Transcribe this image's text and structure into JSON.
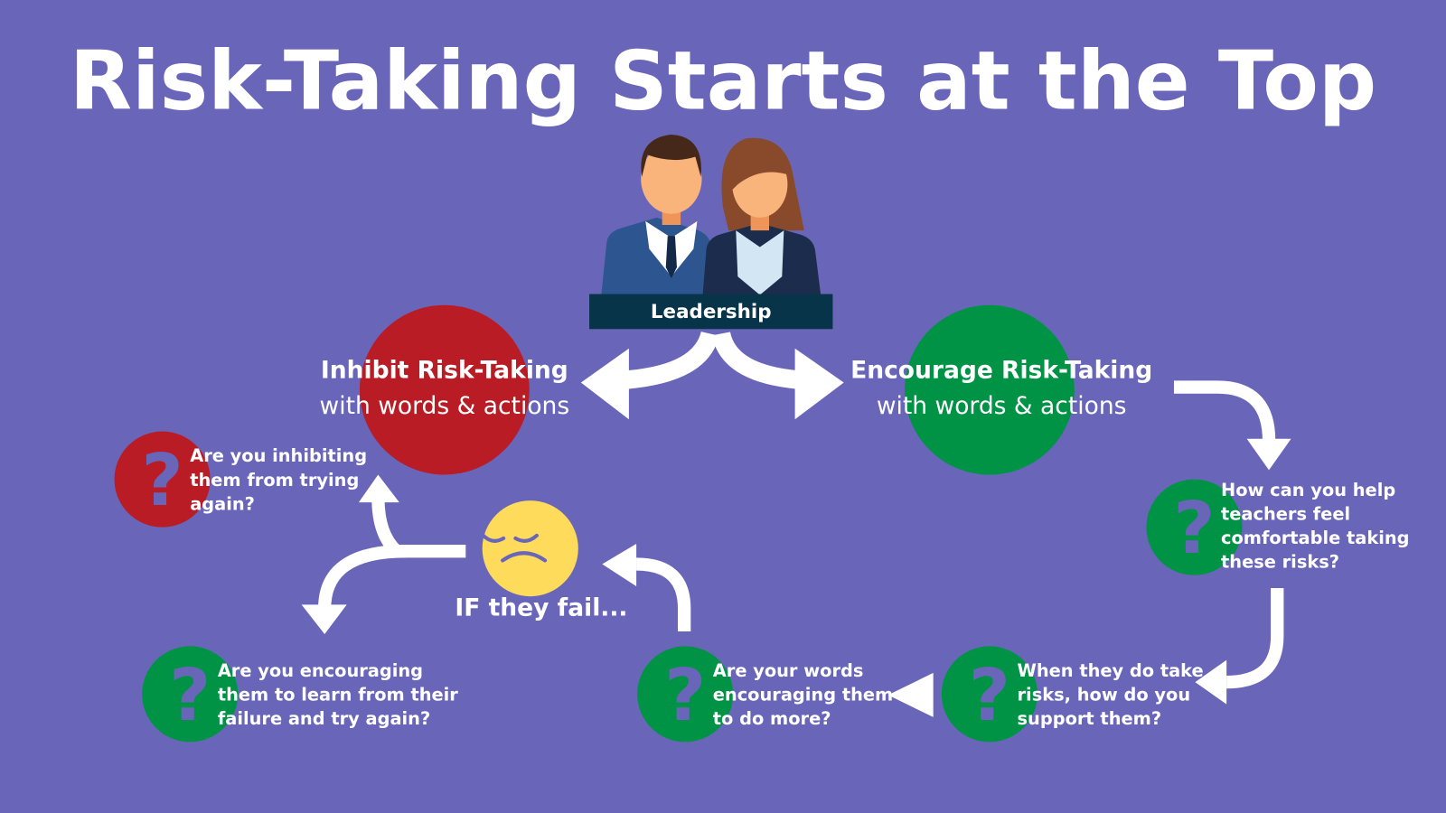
{
  "title": "Risk-Taking Starts at the Top",
  "leadership": {
    "label": "Leadership"
  },
  "inhibit": {
    "heading": "Inhibit Risk-Taking",
    "sub": "with words & actions"
  },
  "encourage": {
    "heading": "Encourage Risk-Taking",
    "sub": "with words & actions"
  },
  "fail_label": "IF they fail...",
  "question_mark": "?",
  "questions": {
    "inhibiting": [
      "Are you inhibiting",
      "them from trying",
      "again?"
    ],
    "help": [
      "How can you help",
      "teachers feel",
      "comfortable taking",
      "these risks?"
    ],
    "support": [
      "When they do take",
      "risks, how do you",
      "support them?"
    ],
    "words": [
      "Are your words",
      "encouraging them",
      "to do more?"
    ],
    "learn": [
      "Are you encouraging",
      "them to learn from their",
      "failure and try again?"
    ]
  },
  "colors": {
    "background": "#6966BA",
    "inhibit": "#B91C24",
    "encourage": "#009345",
    "face": "#FFDB5C",
    "banner": "#08344A"
  }
}
